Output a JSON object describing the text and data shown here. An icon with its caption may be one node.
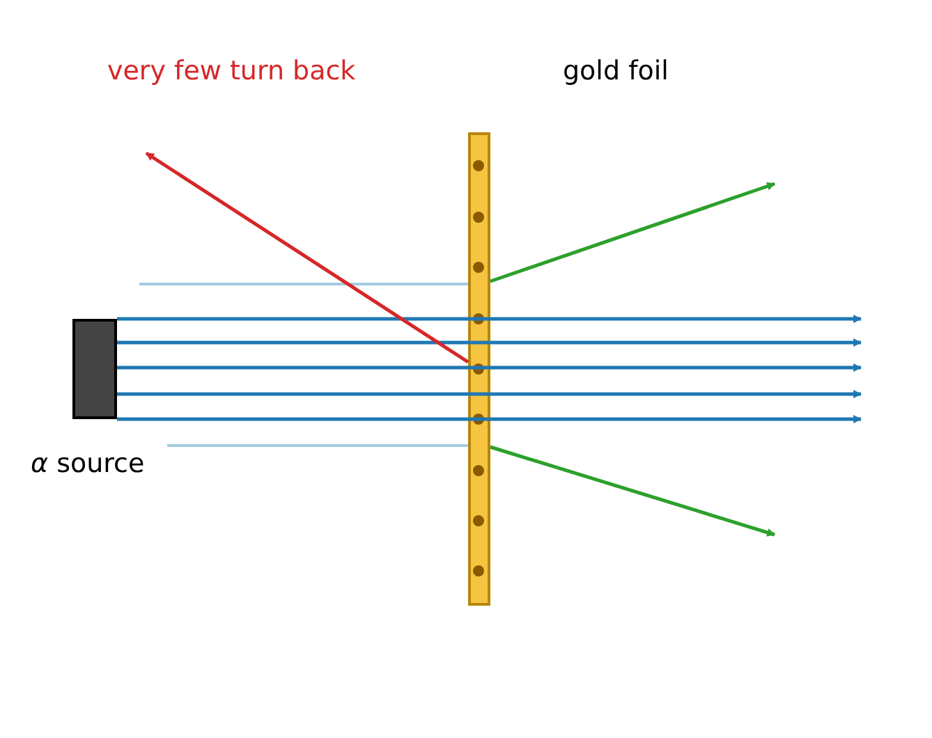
{
  "diagram": {
    "nodes": [
      {
        "text": [
          "*α* source"
        ]
      },
      {
        "text": [],
        "shape": "bar"
      }
    ],
    "edges": [
      {
        "from": 0,
        "to": null,
        "arrow": "to"
      },
      {
        "from": 0,
        "to": null,
        "arrow": "to"
      },
      {
        "from": 0,
        "to": null,
        "arrow": "to"
      },
      {
        "from": 0,
        "to": null,
        "arrow": "to"
      },
      {
        "from": 0,
        "to": null,
        "arrow": "to"
      },
      {
        "from": null,
        "to": 1,
        "arrow": "none",
        "color": "#a6cbe3"
      },
      {
        "from": null,
        "to": 1,
        "arrow": "none",
        "color": "#a6cbe3"
      },
      {
        "from": 1,
        "to": null,
        "arrow": "to",
        "color": "#2ca02c"
      },
      {
        "from": 1,
        "to": null,
        "arrow": "to",
        "color": "#2ca02c"
      },
      {
        "from": 1,
        "to": null,
        "arrow": "to",
        "color": "#d62728"
      }
    ],
    "labels": [
      "very few turn back",
      "gold foil"
    ]
  }
}
